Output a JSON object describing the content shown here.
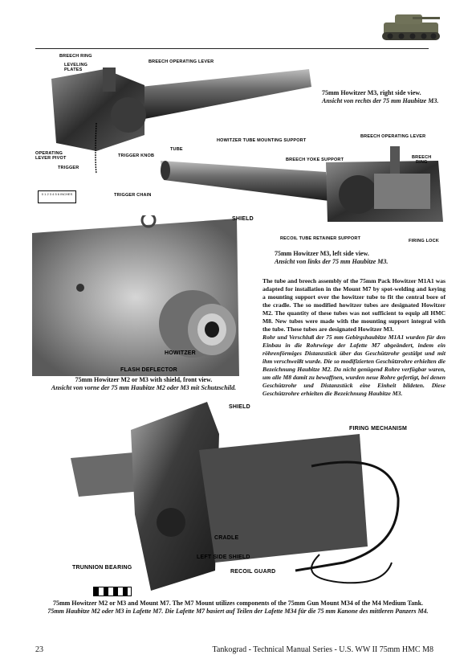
{
  "labels_top": {
    "breech_ring": "BREECH RING",
    "leveling_plates": "LEVELING\nPLATES",
    "breech_operating_lever": "BREECH OPERATING LEVER",
    "operating_lever_pivot": "OPERATING\nLEVER PIVOT",
    "trigger": "TRIGGER",
    "trigger_knob": "TRIGGER KNOB",
    "trigger_chain": "TRIGGER CHAIN",
    "scale": "0 1 2 3 4 5 6 INCHES"
  },
  "caption_right_side": {
    "en": "75mm Howitzer M3, right side view.",
    "de": "Ansicht von rechts der 75 mm Haubitze M3."
  },
  "labels_left_side": {
    "tube": "TUBE",
    "howitzer_tube_mounting_support": "HOWITZER TUBE MOUNTING SUPPORT",
    "breech_yoke_support": "BREECH YOKE SUPPORT",
    "breech_operating_lever": "BREECH OPERATING LEVER",
    "breech_ring": "BREECH\nRING",
    "recoil_tube_retainer_support": "RECOIL TUBE RETAINER SUPPORT",
    "firing_lock": "FIRING LOCK"
  },
  "caption_left_side": {
    "en": "75mm Howitzer M3, left side view.",
    "de": "Ansicht von links der 75 mm Haubitze M3."
  },
  "labels_shield": {
    "shield": "SHIELD",
    "howitzer": "HOWITZER",
    "flash_deflector": "FLASH DEFLECTOR"
  },
  "caption_shield": {
    "en": "75mm Howitzer M2 or M3 with shield, front view.",
    "de": "Ansicht von vorne der 75 mm Haubitze M2 oder M3 mit Schutzschild."
  },
  "paragraph": {
    "en": "The tube and breech assembly of the 75mm Pack Howitzer M1A1 was adapted for installation in the Mount M7 by spot-welding and keying a mounting support over the howitzer tube to fit the central bore of the cradle. The so modified howitzer tubes are designated Howitzer M2. The quantity of these tubes was not sufficient to equip all HMC M8. New tubes were made with the mounting support integral with the tube. These tubes are designated Howitzer M3.",
    "de": "Rohr und Verschluß der 75 mm Gebirgshaubitze M1A1 wurden für den Einbau in die Rohrwiege der Lafette M7 abgeändert, indem ein röhrenförmiges Distanzstück über das Geschützrohr gestülpt und mit ihm verschweißt wurde. Die so modifizierten Geschützrohre erhielten die Bezeichnung Haubitze M2. Da nicht genügend Rohre verfügbar waren, um alle M8 damit zu bewaffnen, wurden neue Rohre gefertigt, bei denen Geschützrohr und Distanzstück eine Einheit bildeten. Diese Geschützrohre erhielten die Bezeichnung Haubitze M3."
  },
  "labels_mount": {
    "shield": "SHIELD",
    "firing_mechanism": "FIRING MECHANISM",
    "cradle": "CRADLE",
    "left_side_shield": "LEFT SIDE SHIELD",
    "trunnion_bearing": "TRUNNION BEARING",
    "recoil_guard": "RECOIL GUARD"
  },
  "caption_mount": {
    "en": "75mm Howitzer M2 or M3 and Mount M7. The M7 Mount utilizes components of the 75mm Gun Mount M34 of the M4 Medium Tank.",
    "de": "75mm Haubitze M2 oder M3 in Lafette M7. Die Lafette M7 basiert auf Teilen der Lafette M34 für die 75 mm Kanone des mittleren Panzers M4."
  },
  "footer": {
    "page_number": "23",
    "series_title": "Tankograd - Technical Manual Series - U.S. WW II 75mm HMC M8"
  }
}
